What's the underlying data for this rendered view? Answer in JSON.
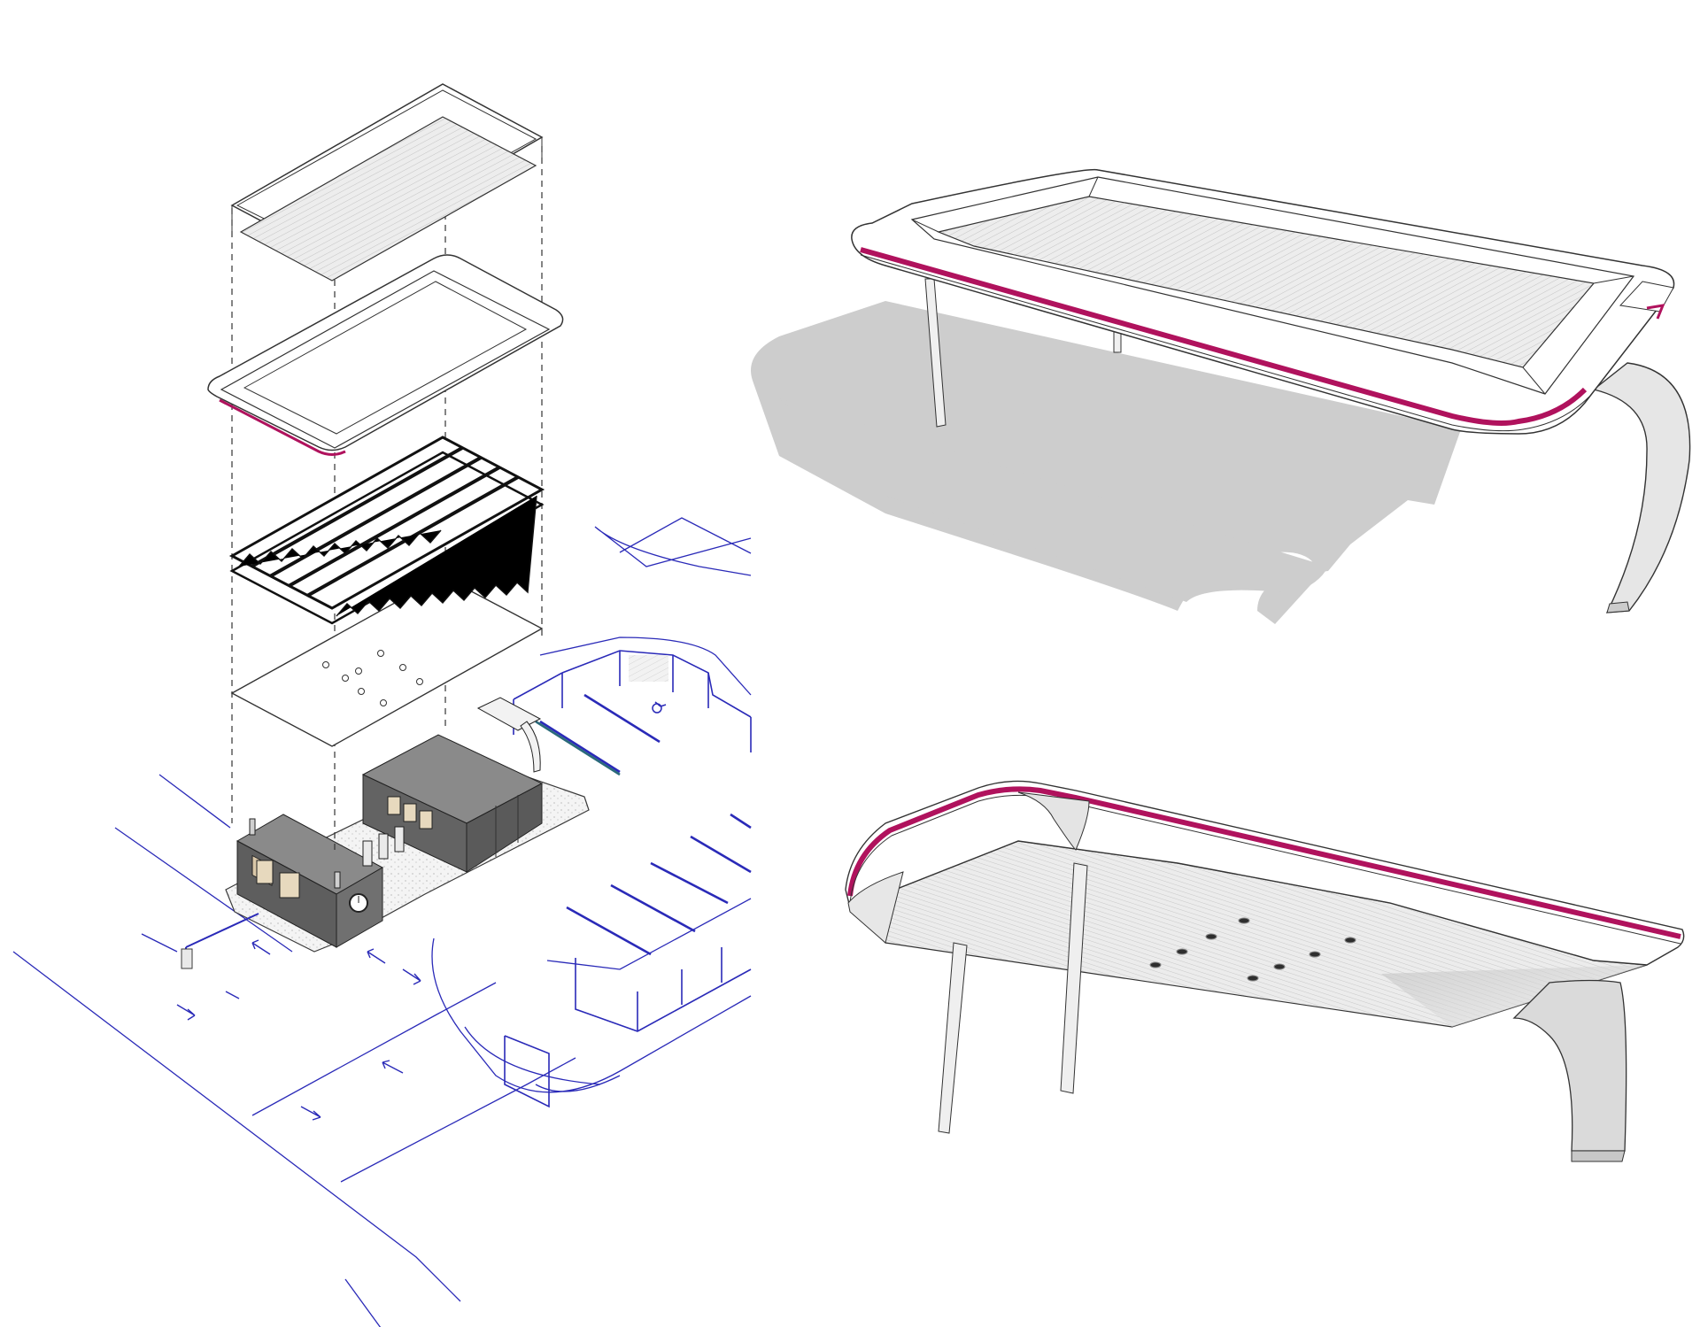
{
  "figure": {
    "panels": [
      {
        "id": "exploded-axonometric",
        "kind": "exploded isometric of canopy layers over kiosk site plan"
      },
      {
        "id": "canopy-top-view",
        "kind": "perspective from above with cast shadow"
      },
      {
        "id": "canopy-underside-view",
        "kind": "perspective from below showing soffit lights"
      }
    ],
    "exploded_layers": [
      "roof-cap",
      "fascia-ring",
      "steel-truss",
      "soffit-plane",
      "kiosk-site-plan"
    ]
  },
  "colors": {
    "background": "#ffffff",
    "line": "#3a3a3a",
    "site_line": "#2a2ab8",
    "accent_band": "#b0125d",
    "shadow": "#cdcdcd",
    "building": "#6a6a6a",
    "slat": "#e6e6e6",
    "soffit": "#d8d8d8"
  },
  "icons": [
    "arrow-icon",
    "accessible-parking-icon",
    "downlight-icon"
  ]
}
